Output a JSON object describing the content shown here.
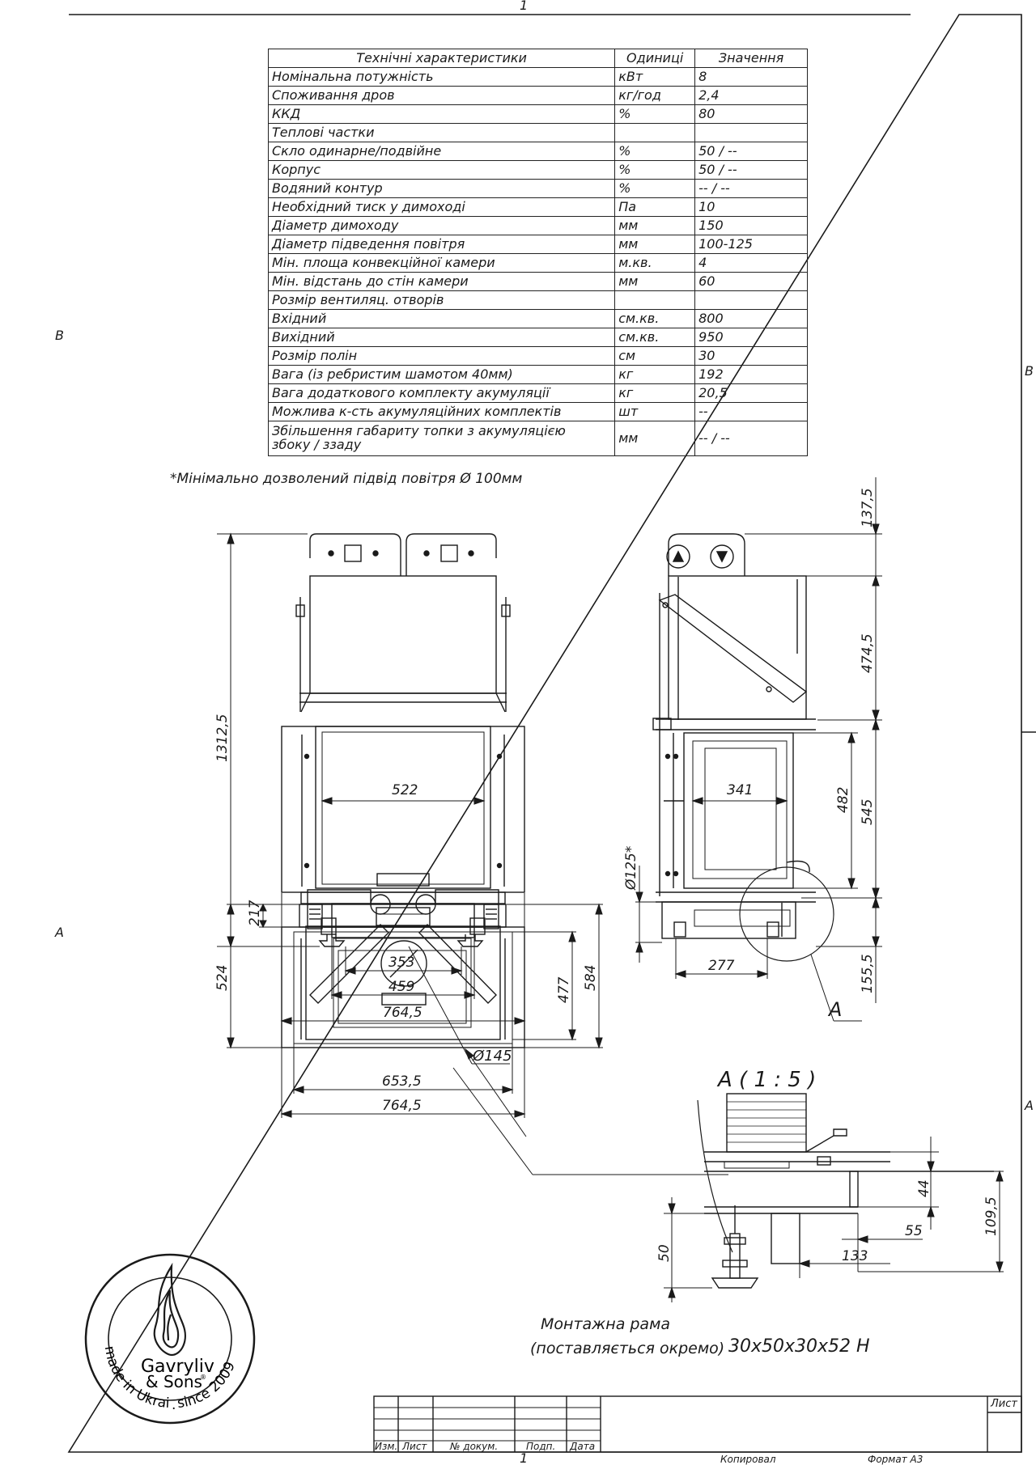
{
  "sheet": {
    "zone_top": "1",
    "zone_bottom": "1",
    "zone_left_b": "B",
    "zone_left_a": "A",
    "zone_right_b": "B",
    "zone_right_a": "A"
  },
  "spec_table": {
    "headers": [
      "Технічні характеристики",
      "Одиниці",
      "Значення"
    ],
    "rows": [
      {
        "name": "Номінальна потужність",
        "unit": "кВт",
        "value": "8"
      },
      {
        "name": "Споживання дров",
        "unit": "кг/год",
        "value": "2,4"
      },
      {
        "name": "ККД",
        "unit": "%",
        "value": "80"
      },
      {
        "name": "Теплові частки",
        "unit": "",
        "value": ""
      },
      {
        "name": "Скло одинарне/подвійне",
        "unit": "%",
        "value": "50 / --"
      },
      {
        "name": "Корпус",
        "unit": "%",
        "value": "50 / --"
      },
      {
        "name": "Водяний контур",
        "unit": "%",
        "value": "-- / --"
      },
      {
        "name": "Необхідний тиск у димоході",
        "unit": "Па",
        "value": "10"
      },
      {
        "name": "Діаметр димоходу",
        "unit": "мм",
        "value": "150"
      },
      {
        "name": "Діаметр підведення повітря",
        "unit": "мм",
        "value": "100-125"
      },
      {
        "name": "Мін. площа конвекційної камери",
        "unit": "м.кв.",
        "value": "4"
      },
      {
        "name": "Мін. відстань до стін камери",
        "unit": "мм",
        "value": "60"
      },
      {
        "name": "Розмір вентиляц. отворів",
        "unit": "",
        "value": ""
      },
      {
        "name": "Вхідний",
        "unit": "см.кв.",
        "value": "800"
      },
      {
        "name": "Вихідний",
        "unit": "см.кв.",
        "value": "950"
      },
      {
        "name": "Розмір полін",
        "unit": "см",
        "value": "30"
      },
      {
        "name": "Вага (із ребристим шамотом 40мм)",
        "unit": "кг",
        "value": "192"
      },
      {
        "name": "Вага додаткового комплекту акумуляції",
        "unit": "кг",
        "value": "20,5"
      },
      {
        "name": "Можлива к-сть акумуляційних комплектів",
        "unit": "шт",
        "value": "--"
      }
    ],
    "last_row": {
      "name_line1": "Збільшення габариту топки з акумуляцією",
      "name_line2": "збоку / ззаду",
      "unit": "мм",
      "value": "-- / --"
    }
  },
  "note": "*Мінімально дозволений підвід повітря Ø 100мм",
  "dims": {
    "front_height": "1312,5",
    "front_opening": "522",
    "front_353": "353",
    "front_459": "459",
    "front_width": "764,5",
    "side_top": "137,5",
    "side_474": "474,5",
    "side_545": "545",
    "side_482": "482",
    "side_341": "341",
    "side_d125": "Ø125*",
    "side_277": "277",
    "side_155": "155,5",
    "section_label": "A",
    "plan_d145": "Ø145",
    "plan_217": "217",
    "plan_524": "524",
    "plan_477": "477",
    "plan_584": "584",
    "plan_653": "653,5",
    "plan_764": "764,5",
    "detail_title": "A ( 1 : 5 )",
    "detail_44": "44",
    "detail_109": "109,5",
    "detail_55": "55",
    "detail_133": "133",
    "detail_50": "50"
  },
  "mount_label_1": "Монтажна рама",
  "mount_label_2": "(поставляється окремо)",
  "title_block": {
    "col_izm": "Изм.",
    "col_list": "Лист",
    "col_doc": "№ докум.",
    "col_podp": "Подп.",
    "col_date": "Дата",
    "title": "30x50x30x52 H",
    "sheet_label": "Лист",
    "copied": "Копировал",
    "format": "Формат А3"
  },
  "logo": {
    "brand_1": "Gavryliv",
    "brand_2": "& Sons",
    "reg": "®",
    "arc_left": "made in Ukraine",
    "arc_dot": "·",
    "arc_right": "since 2009"
  }
}
